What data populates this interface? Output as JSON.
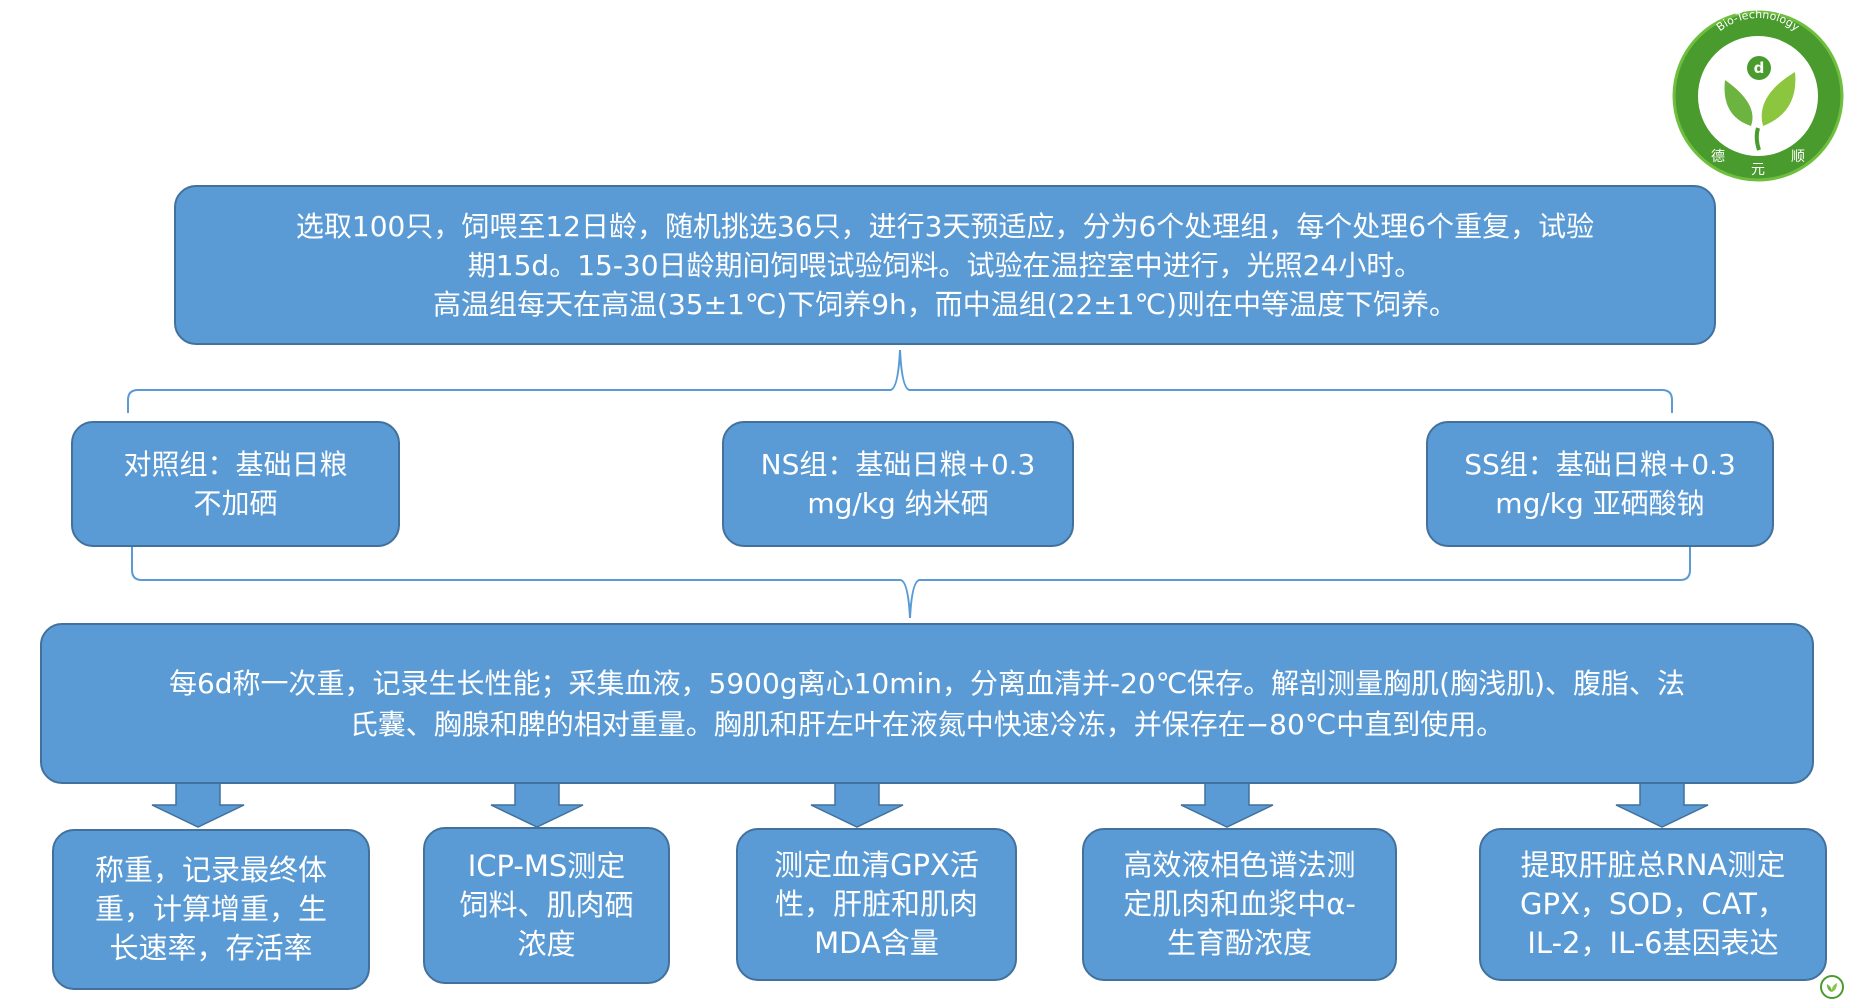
{
  "diagram": {
    "top_box": "选取100只，饲喂至12日龄，随机挑选36只，进行3天预适应，分为6个处理组，每个处理6个重复，试验\n期15d。15-30日龄期间饲喂试验饲料。试验在温控室中进行，光照24小时。\n高温组每天在高温(35±1℃)下饲养9h，而中温组(22±1℃)则在中等温度下饲养。",
    "groups": [
      {
        "text": "对照组：基础日粮\n不加硒"
      },
      {
        "text": "NS组：基础日粮+0.3\nmg/kg 纳米硒"
      },
      {
        "text": "SS组：基础日粮+0.3\nmg/kg 亚硒酸钠"
      }
    ],
    "main_box": "每6d称一次重，记录生长性能；采集血液，5900g离心10min，分离血清并-20℃保存。解剖测量胸肌(胸浅肌)、腹脂、法\n氏囊、胸腺和脾的相对重量。胸肌和肝左叶在液氮中快速冷冻，并保存在−80℃中直到使用。",
    "results": [
      {
        "text": "称重，记录最终体\n重，计算增重，生\n长速率，存活率"
      },
      {
        "text": "ICP-MS测定\n饲料、肌肉硒\n浓度"
      },
      {
        "text": "测定血清GPX活\n性，肝脏和肌肉\nMDA含量"
      },
      {
        "text": "高效液相色谱法测\n定肌肉和血浆中α-\n生育酚浓度"
      },
      {
        "text": "提取肝脏总RNA测定\nGPX，SOD，CAT，\nIL-2，IL-6基因表达"
      }
    ]
  },
  "logo": {
    "arc_text": "Bio-Technology",
    "center_letter": "d",
    "chars": [
      "德",
      "元",
      "顺"
    ]
  },
  "colors": {
    "box_fill": "#5b9bd5",
    "box_border": "#41719c",
    "connector": "#5b9bd5",
    "logo_green": "#4a9b2e",
    "logo_light": "#8cc63f"
  }
}
